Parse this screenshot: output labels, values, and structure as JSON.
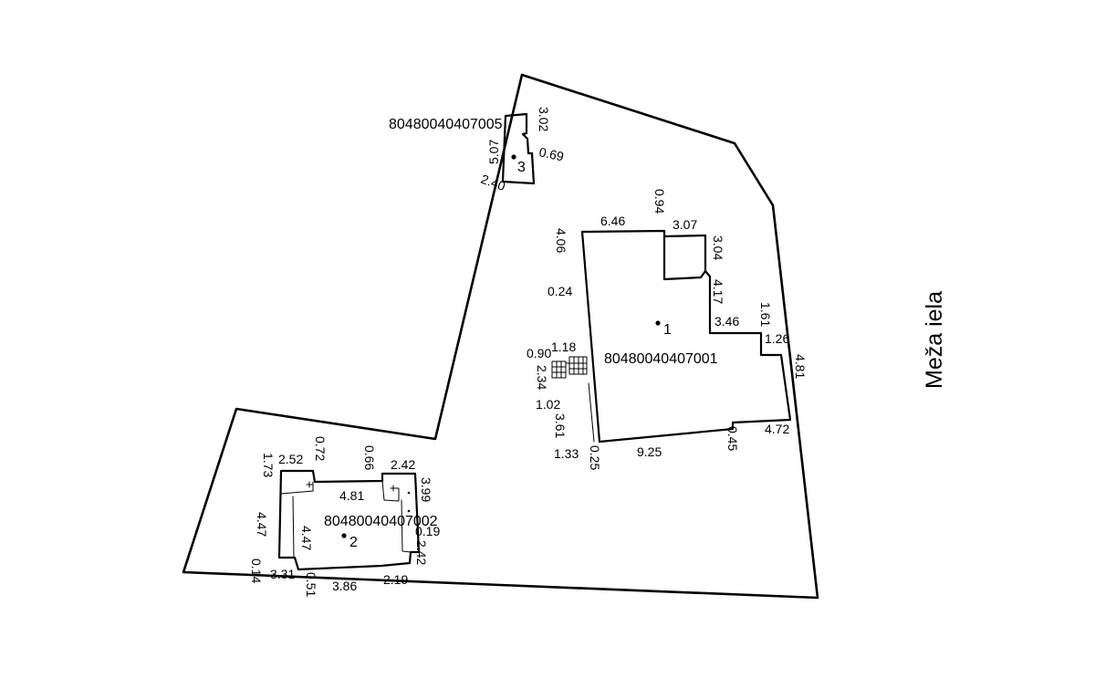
{
  "street_name": "Meža iela",
  "buildings": [
    {
      "id": "80480040407001",
      "number": "1"
    },
    {
      "id": "80480040407002",
      "number": "2"
    },
    {
      "id": "80480040407005",
      "number": "3"
    }
  ],
  "dimensions_building_1": [
    "6.46",
    "0.94",
    "3.07",
    "4.06",
    "3.04",
    "0.24",
    "4.17",
    "1.61",
    "3.46",
    "1.26",
    "0.90",
    "1.18",
    "4.81",
    "2.34",
    "1.02",
    "3.61",
    "0.45",
    "4.72",
    "1.33",
    "0.25",
    "9.25"
  ],
  "dimensions_building_2": [
    "1.73",
    "2.52",
    "0.72",
    "0.66",
    "2.42",
    "4.81",
    "3.99",
    "4.47",
    "4.47",
    "0.19",
    "2.42",
    "0.14",
    "3.31",
    "0.51",
    "3.86",
    "2.19"
  ],
  "dimensions_building_3": [
    "3.02",
    "5.07",
    "0.69",
    "2.40"
  ]
}
